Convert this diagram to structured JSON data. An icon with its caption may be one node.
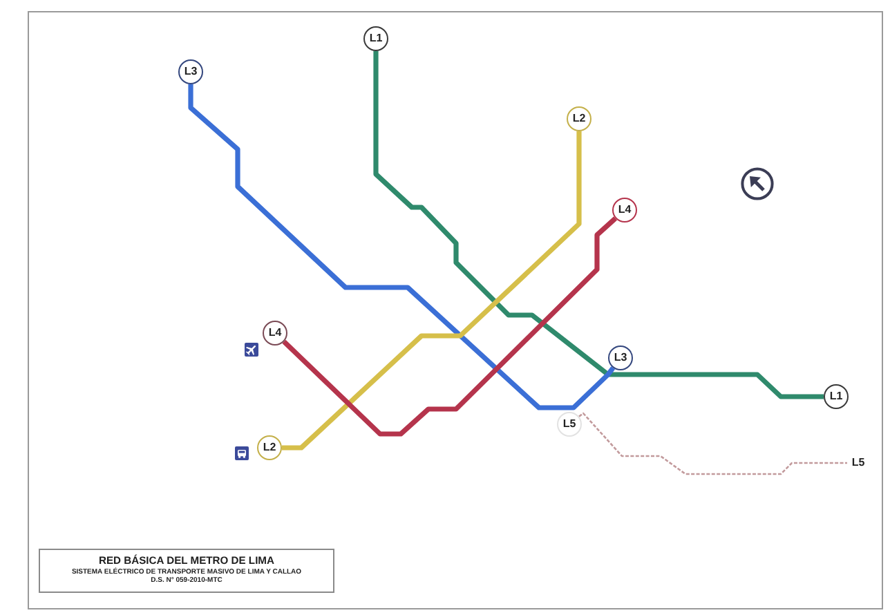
{
  "diagram": {
    "title": "RED BÁSICA DEL METRO DE LIMA",
    "nodes": [
      {
        "text": [
          "L1"
        ]
      },
      {
        "text": [
          "L3"
        ]
      },
      {
        "text": [
          "L2"
        ]
      },
      {
        "text": [
          "L4"
        ]
      },
      {
        "text": [
          "L4"
        ]
      },
      {
        "text": [
          "L3"
        ]
      },
      {
        "text": [
          "L2"
        ]
      },
      {
        "text": [
          "L5"
        ]
      },
      {
        "text": [
          "L1"
        ]
      },
      {
        "text": [
          "L5"
        ]
      }
    ],
    "edges": [
      {
        "from": 0,
        "to": 8,
        "arrow": "none",
        "color": "#2f8a6c"
      },
      {
        "from": 1,
        "to": 5,
        "arrow": "none",
        "color": "#3b6fd6"
      },
      {
        "from": 2,
        "to": 6,
        "arrow": "none",
        "color": "#d6bf4a"
      },
      {
        "from": 3,
        "to": 4,
        "arrow": "none",
        "color": "#b5344c"
      },
      {
        "from": 7,
        "to": 9,
        "arrow": "none",
        "style": "dashed",
        "color": "#c29a9c"
      }
    ],
    "labels": [
      "SISTEMA ELÉCTRICO DE TRANSPORTE MASIVO DE LIMA Y CALLAO",
      "D.S. N° 059-2010-MTC"
    ]
  }
}
